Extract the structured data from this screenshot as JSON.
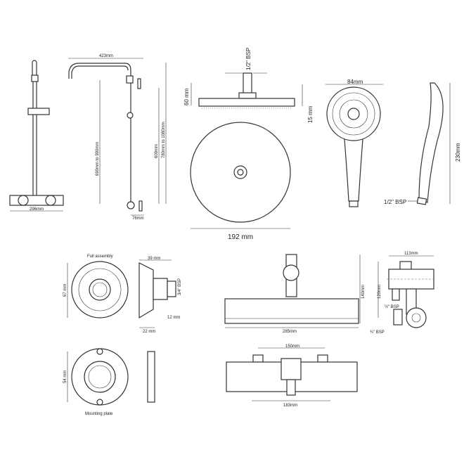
{
  "rail_kit": {
    "width_front": "296mm",
    "arm_reach": "423mm",
    "height_range_outlet": "690mm to 990mm",
    "rail_length": "609mm",
    "height_range_total": "780mm to 1080mm",
    "bracket_offset": "76mm"
  },
  "overhead_shower": {
    "inlet": "1/2\" BSP",
    "height": "60 mm",
    "thickness": "15 mm",
    "diameter": "192 mm"
  },
  "handset": {
    "head_width": "84mm",
    "length": "230mm",
    "inlet": "1/2\" BSP"
  },
  "wall_fitting": {
    "title_top": "Full assembly",
    "depth": "39 mm",
    "height": "67 mm",
    "thread": "3/4\" BSP",
    "thread_length": "12 mm",
    "base_depth": "22 mm",
    "plate_height": "54 mm",
    "title_bottom": "Mounting plate"
  },
  "valve": {
    "height": "140mm",
    "width": "285mm",
    "centres": "150mm",
    "body_width": "183mm"
  },
  "diverter": {
    "width": "113mm",
    "height": "120mm",
    "outlet_thread": "½\" BSP",
    "inlet_thread": "¾\" BSP"
  }
}
